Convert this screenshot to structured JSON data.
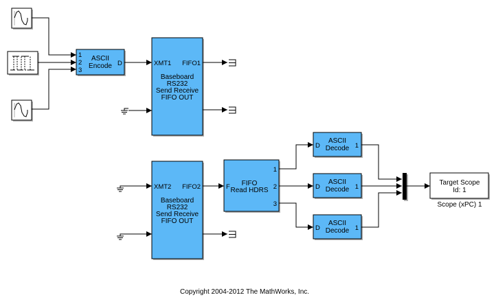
{
  "diagram": {
    "copyright": "Copyright 2004-2012 The MathWorks, Inc.",
    "blocks": {
      "source_sine_1": {
        "icon": "sine-wave-icon"
      },
      "source_pulse": {
        "icon": "pulse-train-icon"
      },
      "source_sine_2": {
        "icon": "sine-wave-icon"
      },
      "ascii_encode": {
        "lines": [
          "ASCII",
          "Encode"
        ],
        "in_ports": [
          "1",
          "2",
          "3"
        ],
        "out_ports": [
          "D"
        ]
      },
      "rs232_1": {
        "lines": [
          "Baseboard",
          "RS232",
          "Send Receive",
          "FIFO OUT"
        ],
        "in_ports": [
          "XMT1"
        ],
        "out_ports": [
          "FIFO1"
        ]
      },
      "rs232_2": {
        "lines": [
          "Baseboard",
          "RS232",
          "Send Receive",
          "FIFO OUT"
        ],
        "in_ports": [
          "XMT2"
        ],
        "out_ports": [
          "FIFO2"
        ]
      },
      "fifo_read": {
        "lines": [
          "FIFO",
          "Read HDRS"
        ],
        "in_ports": [
          "F"
        ],
        "out_ports": [
          "1",
          "2",
          "3"
        ]
      },
      "ascii_decode_1": {
        "lines": [
          "ASCII",
          "Decode"
        ],
        "in_port": "D",
        "out_port": "1"
      },
      "ascii_decode_2": {
        "lines": [
          "ASCII",
          "Decode"
        ],
        "in_port": "D",
        "out_port": "1"
      },
      "ascii_decode_3": {
        "lines": [
          "ASCII",
          "Decode"
        ],
        "in_port": "D",
        "out_port": "1"
      },
      "target_scope": {
        "lines": [
          "Target Scope",
          "Id: 1"
        ],
        "caption": "Scope (xPC) 1"
      }
    }
  }
}
